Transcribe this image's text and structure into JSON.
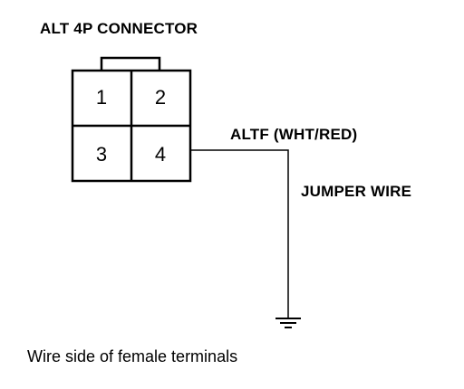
{
  "title": "ALT 4P CONNECTOR",
  "terminals": [
    "1",
    "2",
    "3",
    "4"
  ],
  "wire_label": "ALTF (WHT/RED)",
  "jumper_label": "JUMPER WIRE",
  "caption": "Wire side of female terminals",
  "ground_symbol": "ground-icon"
}
